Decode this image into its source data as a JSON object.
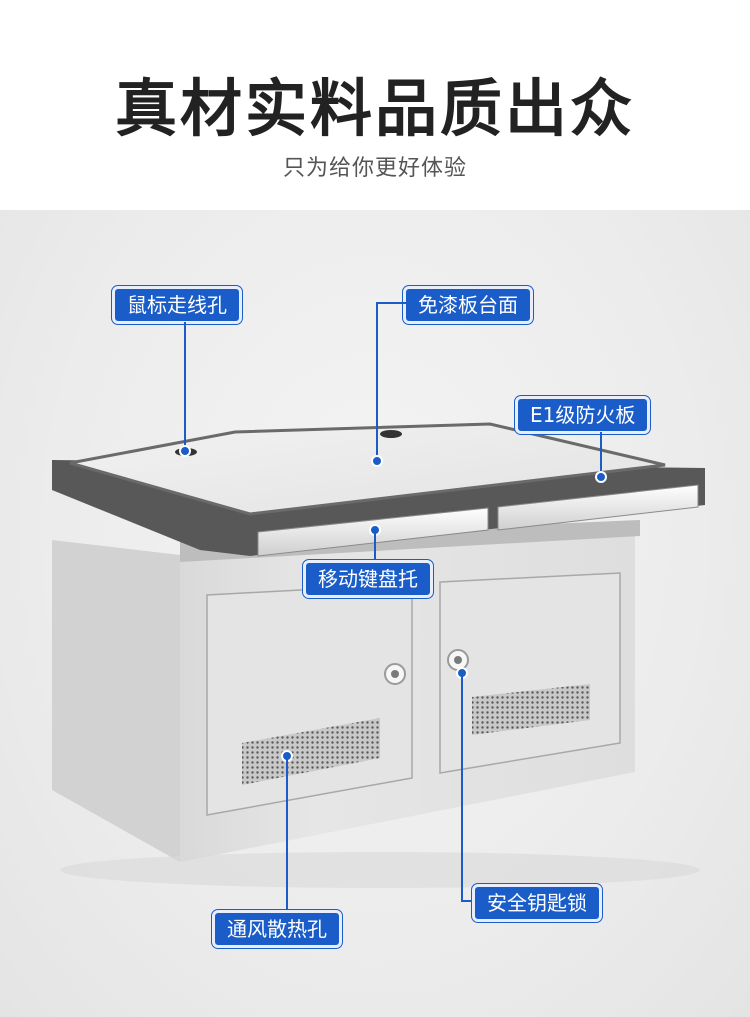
{
  "header": {
    "title": "真材实料品质出众",
    "subtitle": "只为给你更好体验"
  },
  "callouts": {
    "mouse_hole": "鼠标走线孔",
    "desktop": "免漆板台面",
    "fireproof": "E1级防火板",
    "keyboard_tray": "移动键盘托",
    "vent": "通风散热孔",
    "lock": "安全钥匙锁"
  },
  "colors": {
    "accent": "#1a5dc9",
    "desk_body": "#e3e3e3",
    "desk_edge": "#575757"
  }
}
